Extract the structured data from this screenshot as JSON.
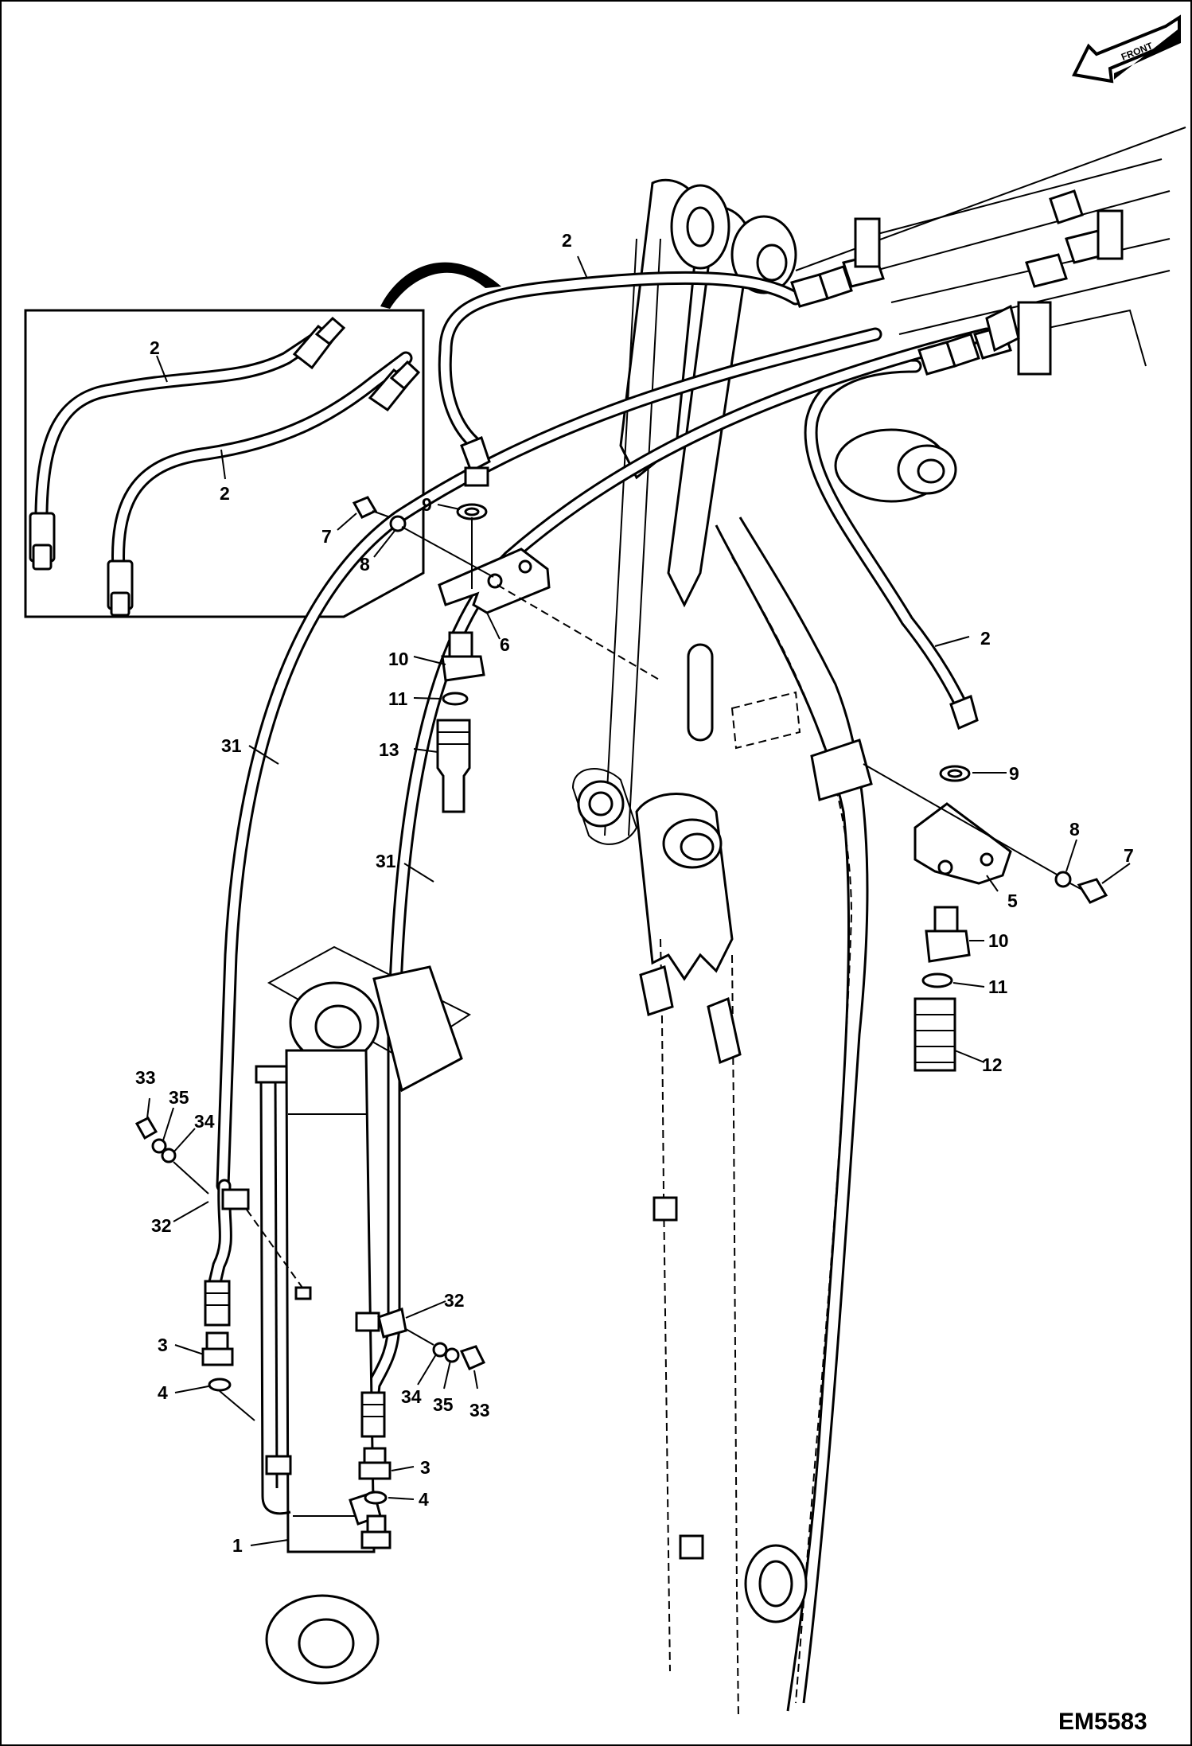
{
  "orientation": {
    "label": "FRONT"
  },
  "figure_code": "EM5583",
  "callouts": [
    {
      "id": "c-2-inset-a",
      "label": "2"
    },
    {
      "id": "c-2-inset-b",
      "label": "2"
    },
    {
      "id": "c-2-top",
      "label": "2"
    },
    {
      "id": "c-2-right",
      "label": "2"
    },
    {
      "id": "c-9-left",
      "label": "9"
    },
    {
      "id": "c-7-left",
      "label": "7"
    },
    {
      "id": "c-8-left",
      "label": "8"
    },
    {
      "id": "c-6",
      "label": "6"
    },
    {
      "id": "c-10-left",
      "label": "10"
    },
    {
      "id": "c-11-left",
      "label": "11"
    },
    {
      "id": "c-13",
      "label": "13"
    },
    {
      "id": "c-31-a",
      "label": "31"
    },
    {
      "id": "c-31-b",
      "label": "31"
    },
    {
      "id": "c-9-right",
      "label": "9"
    },
    {
      "id": "c-8-right",
      "label": "8"
    },
    {
      "id": "c-7-right",
      "label": "7"
    },
    {
      "id": "c-5",
      "label": "5"
    },
    {
      "id": "c-10-right",
      "label": "10"
    },
    {
      "id": "c-11-right",
      "label": "11"
    },
    {
      "id": "c-12",
      "label": "12"
    },
    {
      "id": "c-33-left",
      "label": "33"
    },
    {
      "id": "c-35-left",
      "label": "35"
    },
    {
      "id": "c-34-left",
      "label": "34"
    },
    {
      "id": "c-32-left",
      "label": "32"
    },
    {
      "id": "c-3-left",
      "label": "3"
    },
    {
      "id": "c-4-left",
      "label": "4"
    },
    {
      "id": "c-32-right",
      "label": "32"
    },
    {
      "id": "c-34-right",
      "label": "34"
    },
    {
      "id": "c-35-right",
      "label": "35"
    },
    {
      "id": "c-33-right",
      "label": "33"
    },
    {
      "id": "c-3-right",
      "label": "3"
    },
    {
      "id": "c-4-right",
      "label": "4"
    },
    {
      "id": "c-1",
      "label": "1"
    }
  ]
}
